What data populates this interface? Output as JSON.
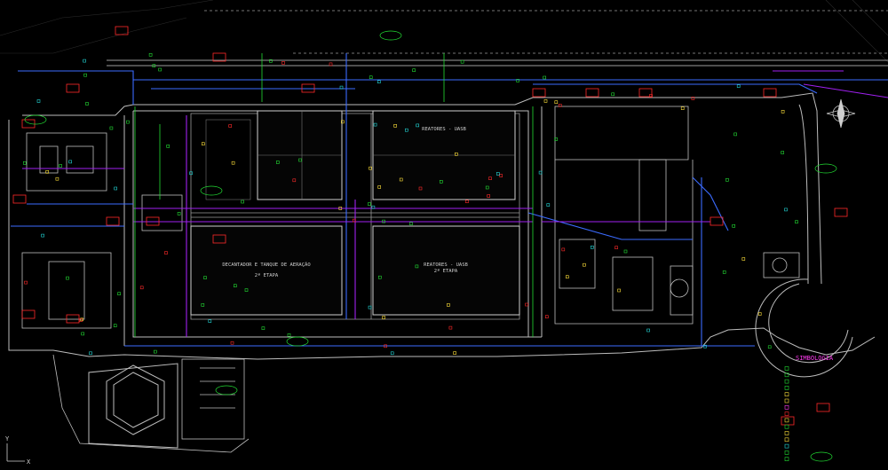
{
  "title_block": {
    "top_note": "",
    "top_note_right": "",
    "boundary_label": "",
    "drainage_left": "",
    "drainage_mid": "",
    "drainage_right": ""
  },
  "areas": {
    "reactors_1": "REATORES - UASB",
    "reactors_2": "REATORES - UASB",
    "reactors_2_stage": "2ª ETAPA",
    "decanter": "DECANTADOR E TANQUE DE AERAÇÃO",
    "decanter_stage": "2ª ETAPA"
  },
  "legend": {
    "title": "SIMBOLOGIA",
    "items": [
      "",
      "",
      "",
      "",
      "",
      "",
      "",
      "",
      "",
      "",
      "",
      "",
      "",
      "",
      ""
    ]
  },
  "axis": {
    "y": "Y",
    "x": "X"
  },
  "colors": {
    "background": "#000000",
    "road": "#cfcfcf",
    "blue_network": "#3b6bff",
    "purple_network": "#a020f0",
    "green_device": "#22dd33",
    "red_device": "#ff2a2a",
    "cyan": "#22d8d8",
    "yellow": "#ffe13a",
    "magenta": "#ff3cf0"
  }
}
